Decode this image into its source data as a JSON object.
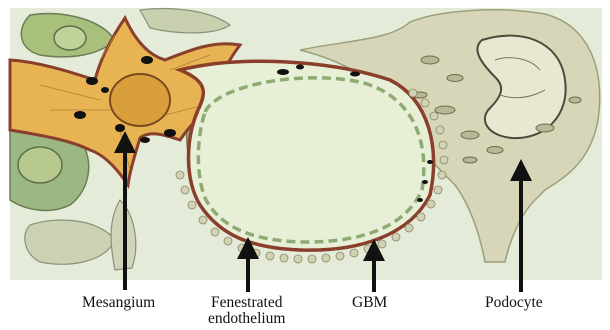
{
  "figure": {
    "colors": {
      "background": "#e4ebd8",
      "mesangium": "#e8b453",
      "gbm": "#8a3f2c",
      "cell": "#d2d2b4",
      "endothelium": "#8fab74",
      "nucleus": "#a9c07d",
      "arrow": "#111111"
    }
  },
  "labels": {
    "mesangium": "Mesangium",
    "fenestrated_line1": "Fenestrated",
    "fenestrated_line2": "endothelium",
    "gbm": "GBM",
    "podocyte": "Podocyte"
  }
}
